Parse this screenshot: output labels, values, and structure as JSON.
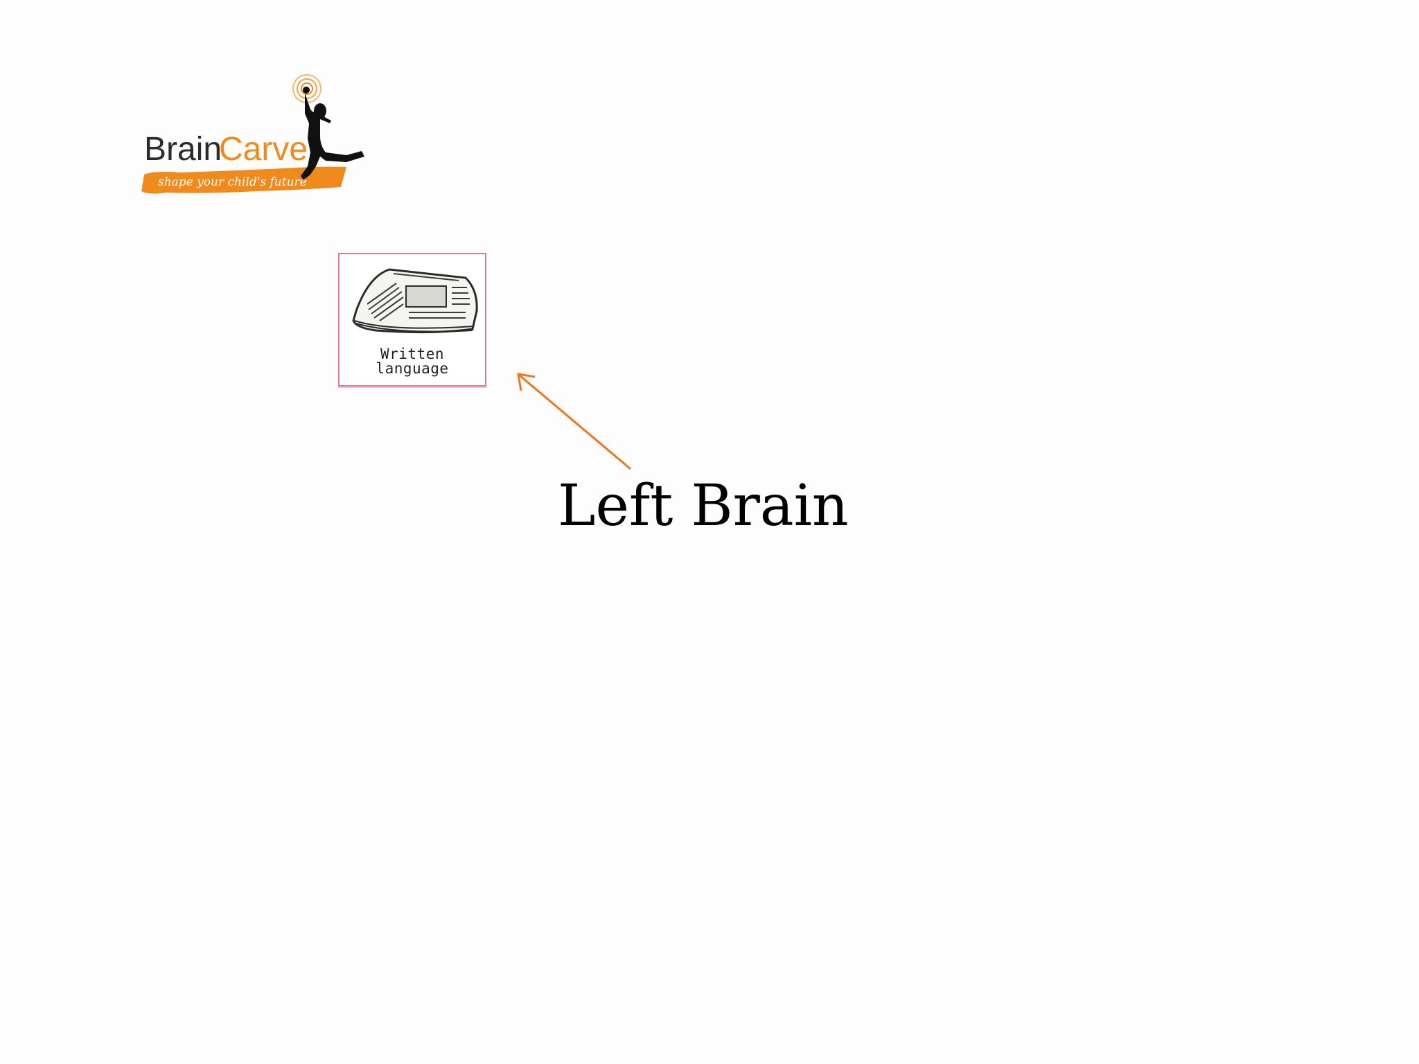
{
  "logo": {
    "brand_part1": "Brain",
    "brand_part2": "Carve",
    "tagline": "shape your child's future",
    "colors": {
      "brand_dark": "#2b2b2b",
      "brand_orange": "#f08a1c",
      "silhouette": "#111111"
    }
  },
  "card": {
    "icon": "newspaper-icon",
    "label_line1": "Written",
    "label_line2": "language",
    "border_color": "#e07a90"
  },
  "arrow": {
    "color": "#f0751c"
  },
  "heading": {
    "text": "Left Brain"
  }
}
